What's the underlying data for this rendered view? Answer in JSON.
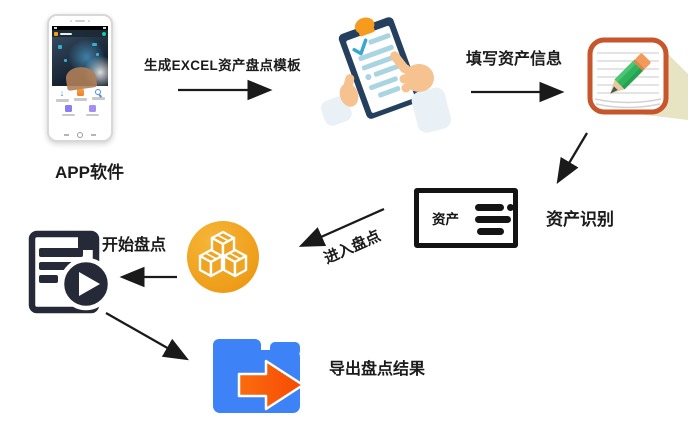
{
  "flow": {
    "app_label": "APP软件",
    "step_generate_template": "生成EXCEL资产盘点模板",
    "step_fill_info": "填写资产信息",
    "step_asset_recognition": "资产识别",
    "step_enter_inventory": "进入盘点",
    "step_start_inventory": "开始盘点",
    "step_export_results": "导出盘点结果",
    "asset_card_text": "资产"
  },
  "icons": {
    "phone": "smartphone-app-mockup",
    "clipboard": "checklist-clipboard-with-hands",
    "notepad": "notepad-with-pencil",
    "asset_card": "asset-label-card",
    "boxes": "package-boxes-gold-circle",
    "start": "document-with-play-button",
    "folder": "export-folder-with-arrow"
  },
  "colors": {
    "arrow_black": "#1a1a1a",
    "gold_circle": "#f0a423",
    "folder_blue": "#3d82f6",
    "export_arrow_orange": "#f8530a",
    "notepad_border": "#c8562c",
    "notepad_shadow": "#e7e4c3",
    "pencil_green": "#2fb45c",
    "clipboard_navy": "#24405e",
    "clip_orange": "#f59c1e",
    "paper_line_blue": "#a9d4e2",
    "document_navy": "#262a38",
    "hand_skin": "#f6c28f"
  }
}
